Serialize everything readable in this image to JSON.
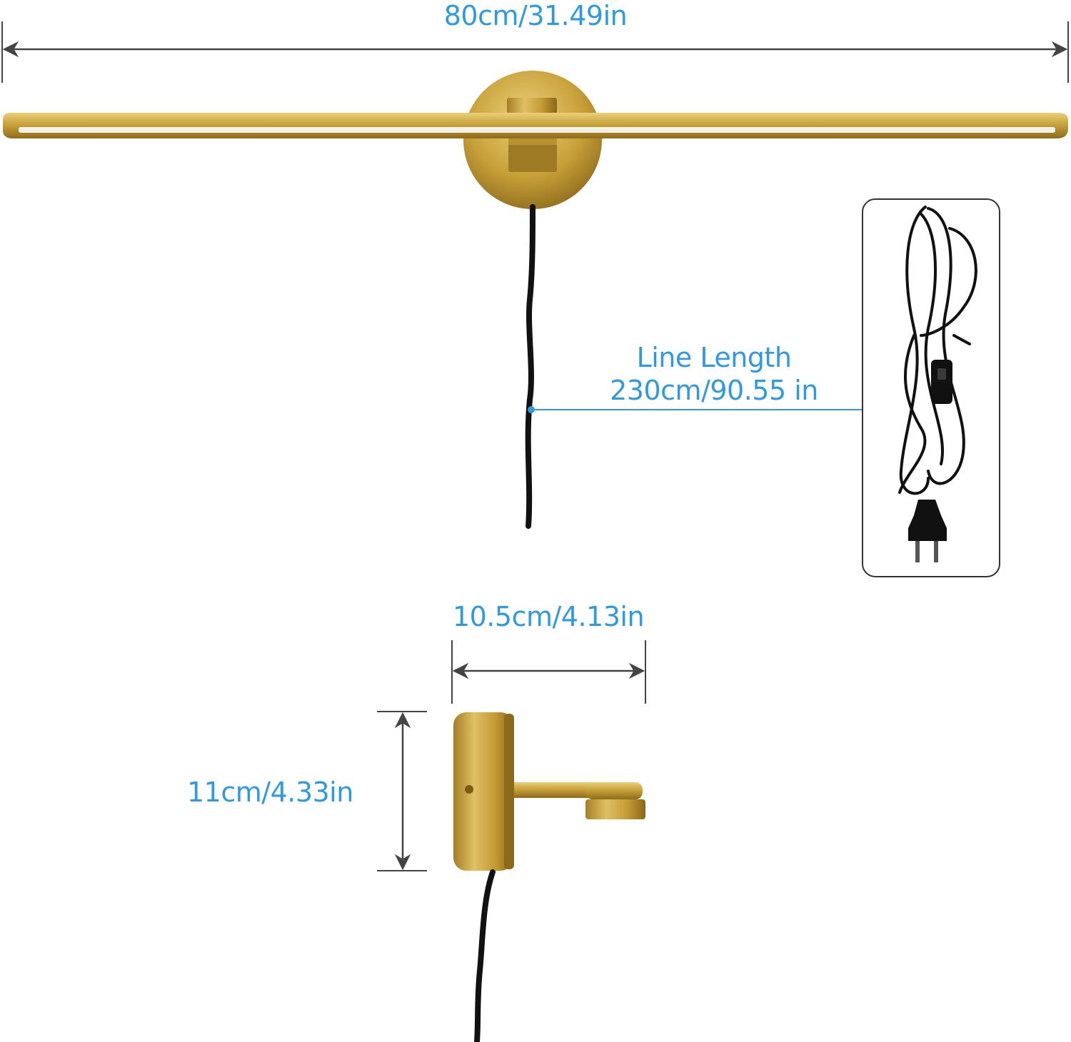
{
  "dimensions": {
    "overall_width": "80cm/31.49in",
    "line_length_title": "Line Length",
    "line_length_value": "230cm/90.55 in",
    "depth": "10.5cm/4.13in",
    "height": "11cm/4.33in"
  },
  "colors": {
    "label_blue": "#2f9ae0",
    "brass": "#c9a23a",
    "cord": "#111111",
    "dimension_line": "#444444"
  },
  "icons": [
    "lamp-bar-front-view",
    "lamp-mount-side-view",
    "power-cord-with-switch-and-plug"
  ]
}
